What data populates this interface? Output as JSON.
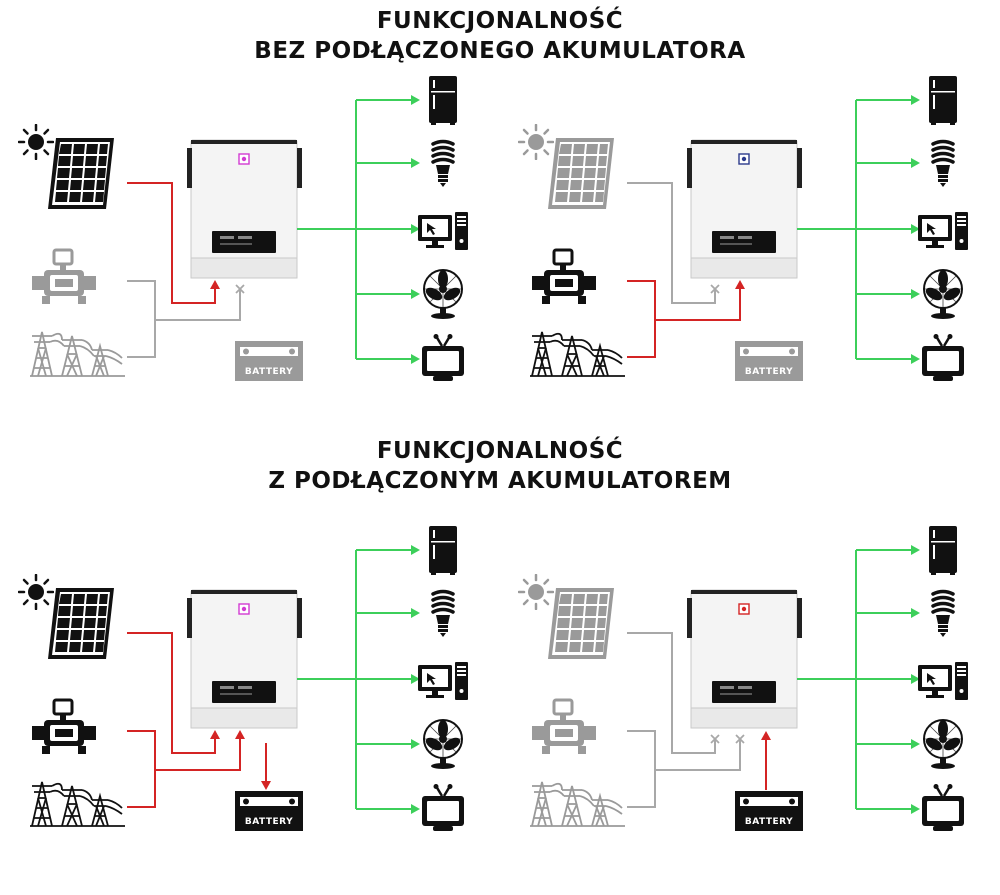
{
  "sections": [
    {
      "title_line1": "FUNKCJONALNOŚĆ",
      "title_line2": "BEZ PODŁĄCZONEGO AKUMULATORA"
    },
    {
      "title_line1": "FUNKCJONALNOŚĆ",
      "title_line2": "Z PODŁĄCZONYM AKUMULATOREM"
    }
  ],
  "battery_label": "BATTERY",
  "colors": {
    "active_flow": "#d42424",
    "inactive_flow": "#a8a8a8",
    "output_flow": "#3ccf5a",
    "active_icon": "#111111",
    "inactive_icon": "#9a9a9a",
    "logo_magenta": "#d23bd2",
    "logo_navy": "#2c3a8c",
    "logo_red": "#d42424"
  },
  "panels": [
    {
      "id": "A",
      "solar_active": true,
      "generator_active": false,
      "grid_active": false,
      "battery_state": "disconnected",
      "logo_color": "#d23bd2"
    },
    {
      "id": "B",
      "solar_active": false,
      "generator_active": true,
      "grid_active": true,
      "battery_state": "disconnected",
      "logo_color": "#2c3a8c"
    },
    {
      "id": "C",
      "solar_active": true,
      "generator_active": true,
      "grid_active": true,
      "battery_state": "charging",
      "logo_color": "#d23bd2"
    },
    {
      "id": "D",
      "solar_active": false,
      "generator_active": false,
      "grid_active": false,
      "battery_state": "discharging",
      "logo_color": "#d42424"
    }
  ],
  "loads": [
    "fridge-icon",
    "bulb-icon",
    "computer-icon",
    "fan-icon",
    "tv-icon"
  ]
}
